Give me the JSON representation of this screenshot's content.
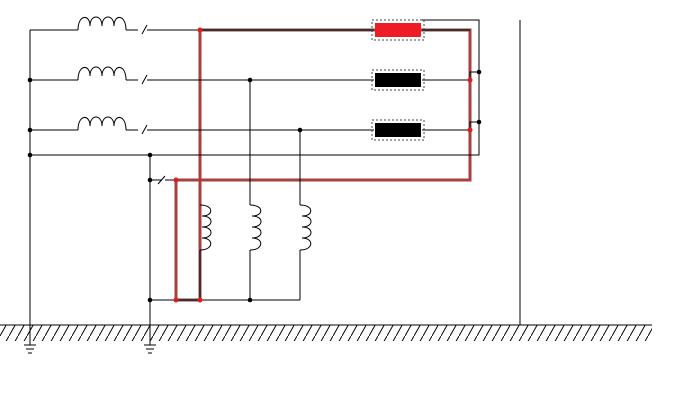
{
  "colors": {
    "wire": "#000000",
    "highlight": "#e01d1d",
    "highlight_outline": "#7a7a7a",
    "resistor_active": "#ee1c24",
    "resistor_idle": "#000000",
    "ground_hatch": "#000000",
    "background": "#ffffff"
  },
  "diagram": {
    "phases": [
      "phase-1",
      "phase-2",
      "phase-3"
    ],
    "resistors": [
      {
        "name": "resistor-phase-1",
        "state": "active"
      },
      {
        "name": "resistor-phase-2",
        "state": "idle"
      },
      {
        "name": "resistor-phase-3",
        "state": "idle"
      }
    ],
    "ground_symbols": 2,
    "highlighted_path": "fault-current-loop"
  }
}
